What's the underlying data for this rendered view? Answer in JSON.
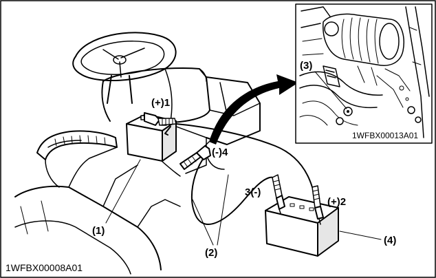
{
  "labels": {
    "plus1": "(+)1",
    "minus4": "(-)4",
    "minus3": "3(-)",
    "plus2": "(+)2",
    "item1": "(1)",
    "item2": "(2)",
    "item3": "(3)",
    "item4": "(4)"
  },
  "codes": {
    "main": "1WFBX00008A01",
    "inset": "1WFBX00013A01"
  }
}
